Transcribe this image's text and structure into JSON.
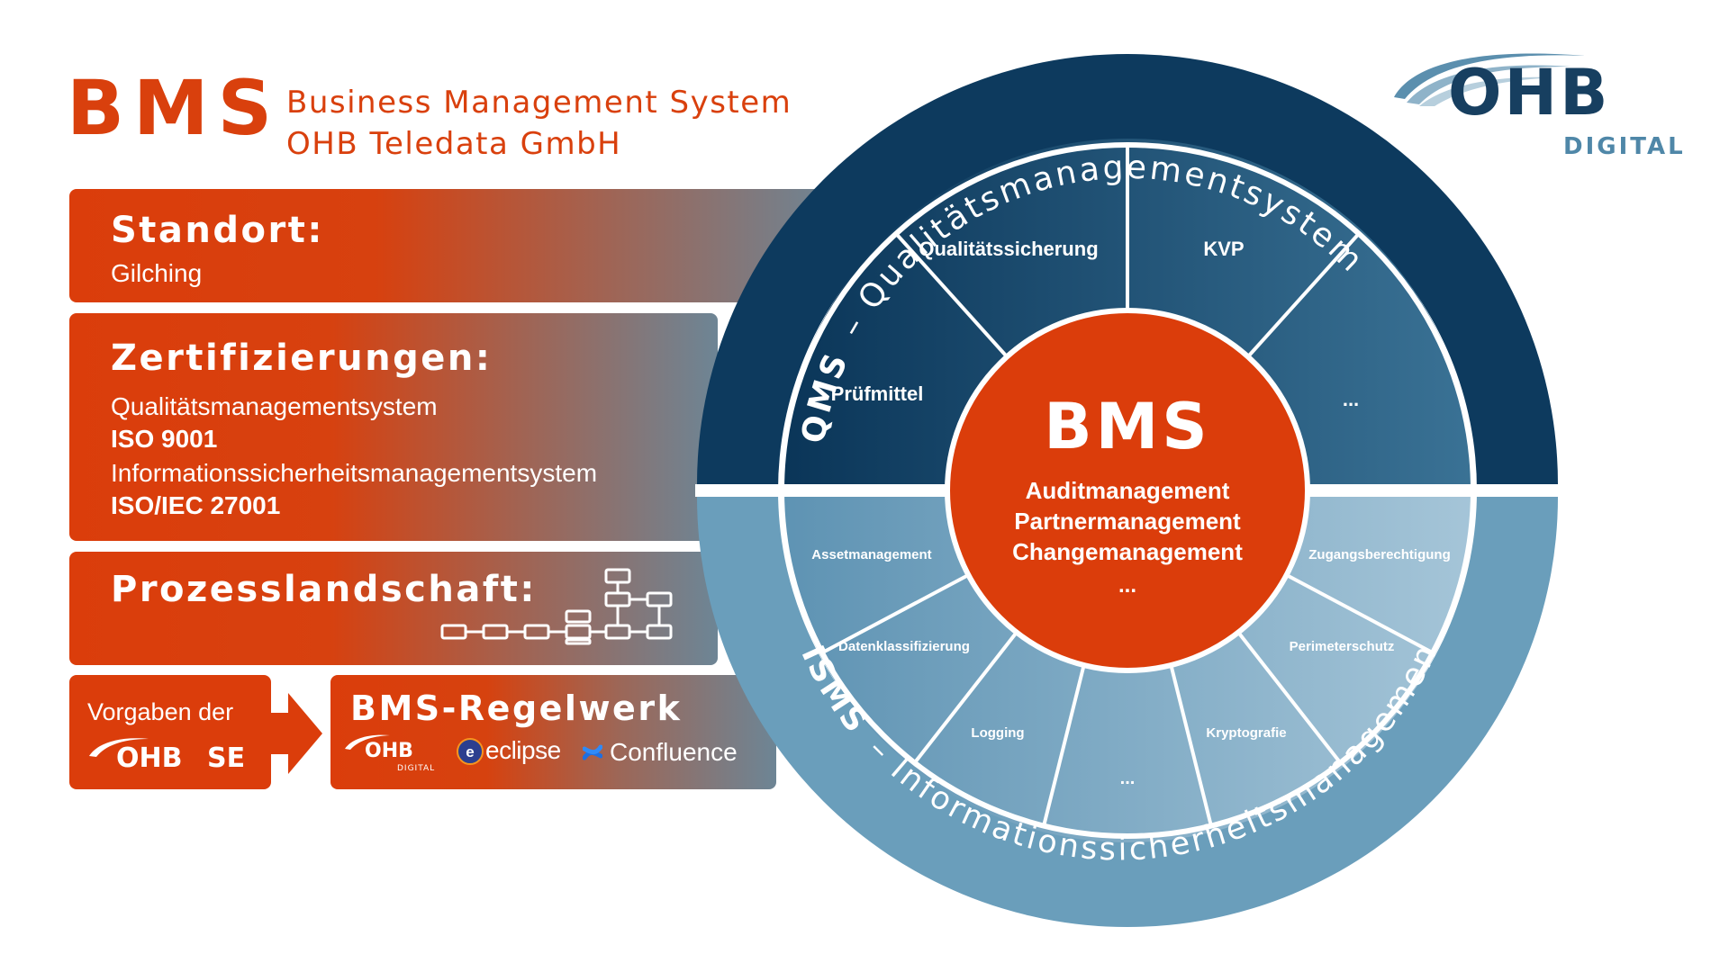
{
  "header": {
    "acronym": "BMS",
    "line1": "Business Management System",
    "line2": "OHB Teledata GmbH"
  },
  "logo": {
    "brand": "OHB",
    "sub": "DIGITAL",
    "icon": "ohb-swoosh-icon"
  },
  "panels": {
    "standort": {
      "title": "Standort:",
      "value": "Gilching"
    },
    "zertifizierungen": {
      "title": "Zertifizierungen:",
      "items": [
        {
          "label": "Qualitätsmanagementsystem",
          "standard": "ISO 9001"
        },
        {
          "label": "Informationssicherheitsmanagementsystem",
          "standard": "ISO/IEC 27001"
        }
      ]
    },
    "prozesslandschaft": {
      "title": "Prozesslandschaft:",
      "icon": "process-flow-icon"
    },
    "vorgaben": {
      "line1": "Vorgaben der",
      "brand": "OHB",
      "brand_suffix": "SE"
    },
    "regelwerk": {
      "title": "BMS-Regelwerk",
      "tools": [
        {
          "name": "OHB",
          "sub": "DIGITAL",
          "icon": "ohb-digital-icon"
        },
        {
          "name": "eclipse",
          "icon": "eclipse-icon"
        },
        {
          "name": "Confluence",
          "icon": "confluence-icon"
        }
      ]
    }
  },
  "diagram": {
    "qms_ring_abbr": "QMS",
    "qms_ring_text": "– Qualitätsmanagementsystem",
    "isms_ring_abbr": "ISMS",
    "isms_ring_text": "– Informationssicherheitsmanagementsystem",
    "center": {
      "title": "BMS",
      "items": [
        "Auditmanagement",
        "Partnermanagement",
        "Changemanagement",
        "..."
      ]
    },
    "qms_segments": [
      "Prüfmittel",
      "Qualitätssicherung",
      "KVP",
      "..."
    ],
    "isms_segments": [
      "Assetmanagement",
      "Datenklassifizierung",
      "Logging",
      "...",
      "Kryptografie",
      "Perimeterschutz",
      "Zugangsberechtigung"
    ],
    "colors": {
      "orange": "#db3d0b",
      "qms_dark": "#0d3a5e",
      "isms_light": "#6a9ebb",
      "white": "#ffffff"
    }
  }
}
